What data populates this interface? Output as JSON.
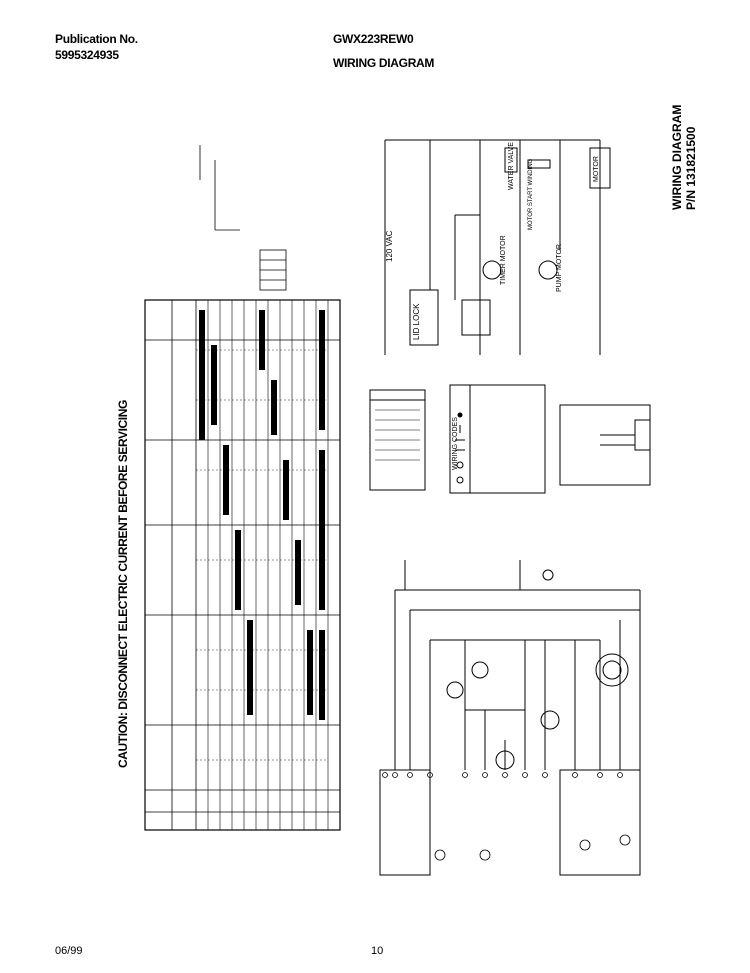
{
  "header": {
    "publication_label": "Publication No.",
    "publication_number": "5995324935",
    "model": "GWX223REW0",
    "title": "WIRING DIAGRAM"
  },
  "caution": "CAUTION: DISCONNECT ELECTRIC CURRENT BEFORE SERVICING",
  "diagram_title": "WIRING DIAGRAM",
  "diagram_pn": "P/N 131821500",
  "schematic": {
    "voltage": "120 VAC",
    "lid_lock": "LID LOCK",
    "motor": "MOTOR",
    "pump_motor": "PUMP MOTOR",
    "timer_motor": "TIMER MOTOR",
    "water_valve": "WATER VALVE",
    "motor_start_winding": "MOTOR START WINDING"
  },
  "legend": {
    "title": "WIRING CODES"
  },
  "footer": {
    "date": "06/99",
    "page": "10"
  }
}
